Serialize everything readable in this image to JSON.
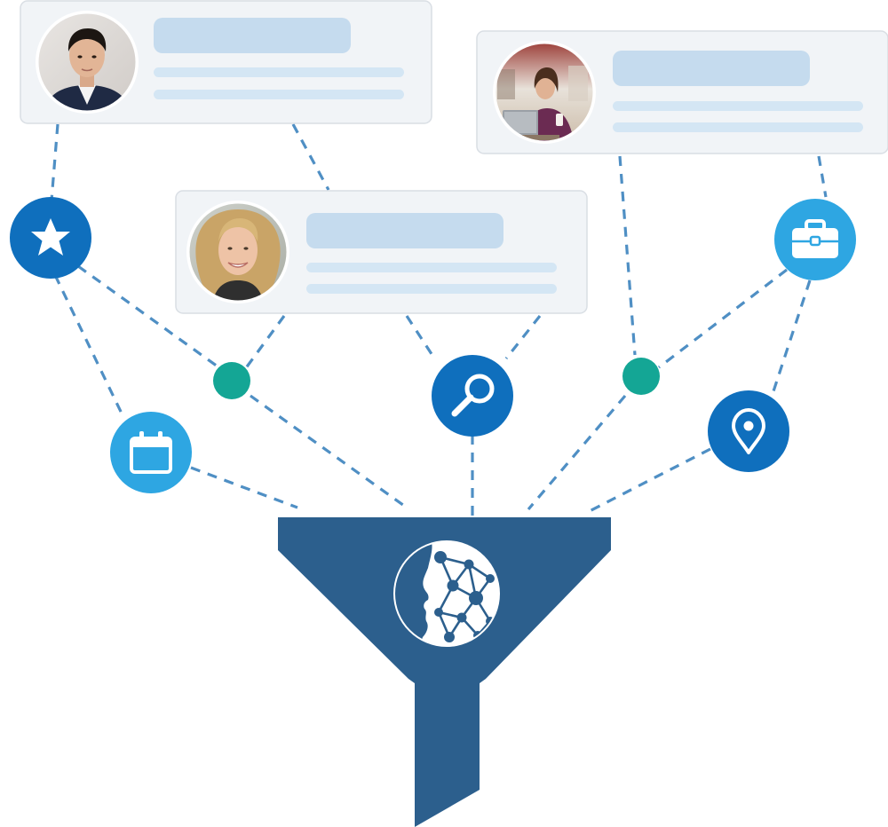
{
  "colors": {
    "background": "#ffffff",
    "card_fill": "#f1f4f7",
    "card_border": "#d9dee4",
    "skeleton_title": "#c5dbee",
    "skeleton_line": "#d4e6f4",
    "connector": "#4f8fc4",
    "node_dark_blue": "#0f6fbd",
    "node_light_blue": "#2ea6e2",
    "node_teal": "#14a695",
    "funnel": "#2c5f8d",
    "icon_glyph": "#ffffff"
  },
  "profiles": [
    {
      "name": "profile-card-man",
      "avatar": "avatar-man-photo",
      "has_visible_text": false
    },
    {
      "name": "profile-card-woman-laptop",
      "avatar": "avatar-woman-laptop-photo",
      "has_visible_text": false
    },
    {
      "name": "profile-card-woman-blonde",
      "avatar": "avatar-woman-blonde-photo",
      "has_visible_text": false
    }
  ],
  "icons": [
    {
      "name": "star-icon",
      "color": "node_dark_blue"
    },
    {
      "name": "calendar-icon",
      "color": "node_light_blue"
    },
    {
      "name": "search-icon",
      "color": "node_dark_blue"
    },
    {
      "name": "briefcase-icon",
      "color": "node_light_blue"
    },
    {
      "name": "location-pin-icon",
      "color": "node_dark_blue"
    },
    {
      "name": "junction-dot-left",
      "color": "node_teal"
    },
    {
      "name": "junction-dot-right",
      "color": "node_teal"
    }
  ],
  "funnel": {
    "logo": "ai-face-network-logo"
  }
}
